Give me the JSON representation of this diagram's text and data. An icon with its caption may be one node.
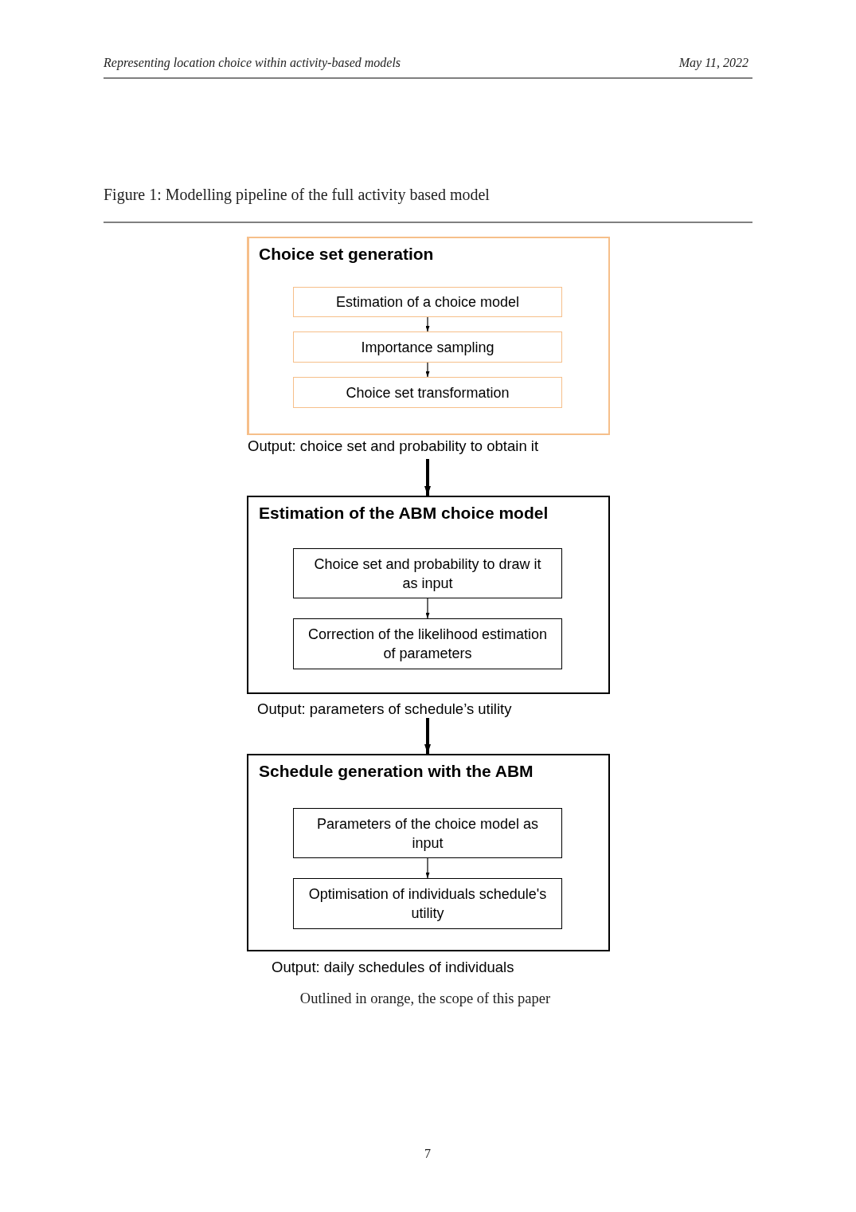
{
  "diagram": {
    "title": "Figure 1: Modelling pipeline of the full activity based model",
    "caption": "Outlined in orange, the scope of this paper",
    "nodes": [
      {
        "text": [
          "Choice set generation"
        ],
        "beside": [
          "Output: choice set and probability to obtain it"
        ]
      },
      {
        "text": [
          "Estimation of a choice model"
        ],
        "in": 0
      },
      {
        "text": [
          "Importance sampling"
        ],
        "in": 0
      },
      {
        "text": [
          "Choice set transformation"
        ],
        "in": 0
      },
      {
        "text": [
          "Estimation of the ABM choice model"
        ],
        "beside": [
          "Output: parameters of schedule’s utility"
        ]
      },
      {
        "text": [
          "Choice set and probability to draw it as input"
        ],
        "in": 4
      },
      {
        "text": [
          "Correction of the likelihood estimation of parameters"
        ],
        "in": 4
      },
      {
        "text": [
          "Schedule generation with the ABM"
        ],
        "beside": [
          "Output: daily schedules of individuals"
        ]
      },
      {
        "text": [
          "Parameters of the choice model as input"
        ],
        "in": 7
      },
      {
        "text": [
          "Optimisation of individuals schedule's utility"
        ],
        "in": 7
      }
    ],
    "edges": [
      {
        "from": 1,
        "to": 2,
        "arrow": "to"
      },
      {
        "from": 2,
        "to": 3,
        "arrow": "to"
      },
      {
        "from": 0,
        "to": 4,
        "arrow": "to",
        "style": "thick"
      },
      {
        "from": 5,
        "to": 6,
        "arrow": "to"
      },
      {
        "from": 4,
        "to": 7,
        "arrow": "to",
        "style": "thick"
      },
      {
        "from": 8,
        "to": 9,
        "arrow": "to"
      }
    ],
    "labels": [
      "Representing location choice within activity-based models",
      "May 11, 2022",
      "7"
    ]
  }
}
